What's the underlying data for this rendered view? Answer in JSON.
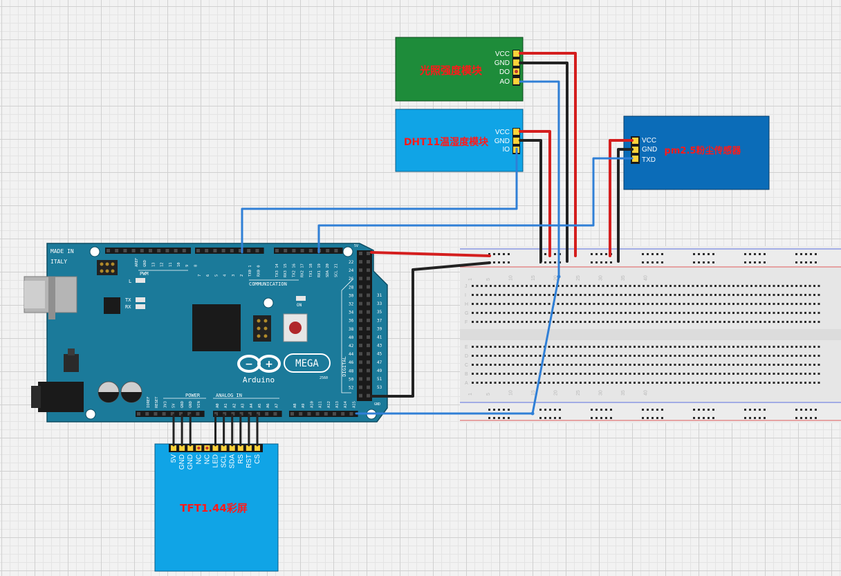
{
  "modules": {
    "light": {
      "label": "光照强度模块",
      "pins": [
        "VCC",
        "GND",
        "DO",
        "AO"
      ],
      "color": "#1e8c3a"
    },
    "dht11": {
      "label": "DHT11温湿度模块",
      "pins": [
        "VCC",
        "GND",
        "IO"
      ],
      "color": "#10a4e6"
    },
    "pm25": {
      "label": "pm2.5粉尘传感器",
      "pins": [
        "VCC",
        "GND",
        "TXD"
      ],
      "color": "#0b6cb8"
    },
    "tft": {
      "label": "TFT1.44彩屏",
      "pins": [
        "5V",
        "GND",
        "GND",
        "NC",
        "NC",
        "LED",
        "SCL",
        "SDA",
        "RS",
        "RST",
        "CS"
      ],
      "color": "#10a4e6"
    }
  },
  "arduino": {
    "made_in": "MADE IN",
    "italy": "ITALY",
    "brand": "Arduino",
    "model": "MEGA",
    "model_number": "2560",
    "power_label": "POWER",
    "analog_label": "ANALOG IN",
    "comm_label": "COMMUNICATION",
    "digital_label": "DIGITAL",
    "pwm_label": "PWM",
    "on_label": "ON",
    "tx_label": "TX",
    "rx_label": "RX",
    "l_label": "L",
    "five_v_label": "5V",
    "gnd_label": "GND",
    "pwm_pins": [
      "AREF",
      "GND",
      "13",
      "12",
      "11",
      "10",
      "9",
      "8"
    ],
    "pwm_pins_2": [
      "7",
      "6",
      "5",
      "4",
      "3",
      "2",
      "TX0 1",
      "RX0 0"
    ],
    "comm_pins": [
      "TX3 14",
      "RX3 15",
      "TX2 16",
      "RX2 17",
      "TX1 18",
      "RX1 19",
      "SDA 20",
      "SCL 21"
    ],
    "power_pins": [
      "IOREF",
      "RESET",
      "3V3",
      "5V",
      "GND",
      "GND",
      "VIN"
    ],
    "analog_pins": [
      "A0",
      "A1",
      "A2",
      "A3",
      "A4",
      "A5",
      "A6",
      "A7"
    ],
    "analog_pins_2": [
      "A8",
      "A9",
      "A10",
      "A11",
      "A12",
      "A13",
      "A14",
      "A15"
    ],
    "digital_left": [
      "22",
      "24",
      "26",
      "28",
      "30",
      "32",
      "34",
      "36",
      "38",
      "40",
      "42",
      "44",
      "46",
      "48",
      "50",
      "52"
    ],
    "digital_right": [
      "31",
      "33",
      "35",
      "37",
      "39",
      "41",
      "43",
      "45",
      "47",
      "49",
      "51",
      "53"
    ]
  },
  "breadboard": {
    "column_numbers": [
      "1",
      "5",
      "10",
      "15",
      "20",
      "25",
      "30",
      "35",
      "40"
    ],
    "row_letters_top": [
      "J",
      "I",
      "H",
      "G",
      "F"
    ],
    "row_letters_bottom": [
      "E",
      "D",
      "C",
      "B",
      "A"
    ]
  },
  "wire_colors": {
    "vcc": "#d41e1e",
    "gnd": "#222222",
    "signal": "#2f7fd6"
  }
}
